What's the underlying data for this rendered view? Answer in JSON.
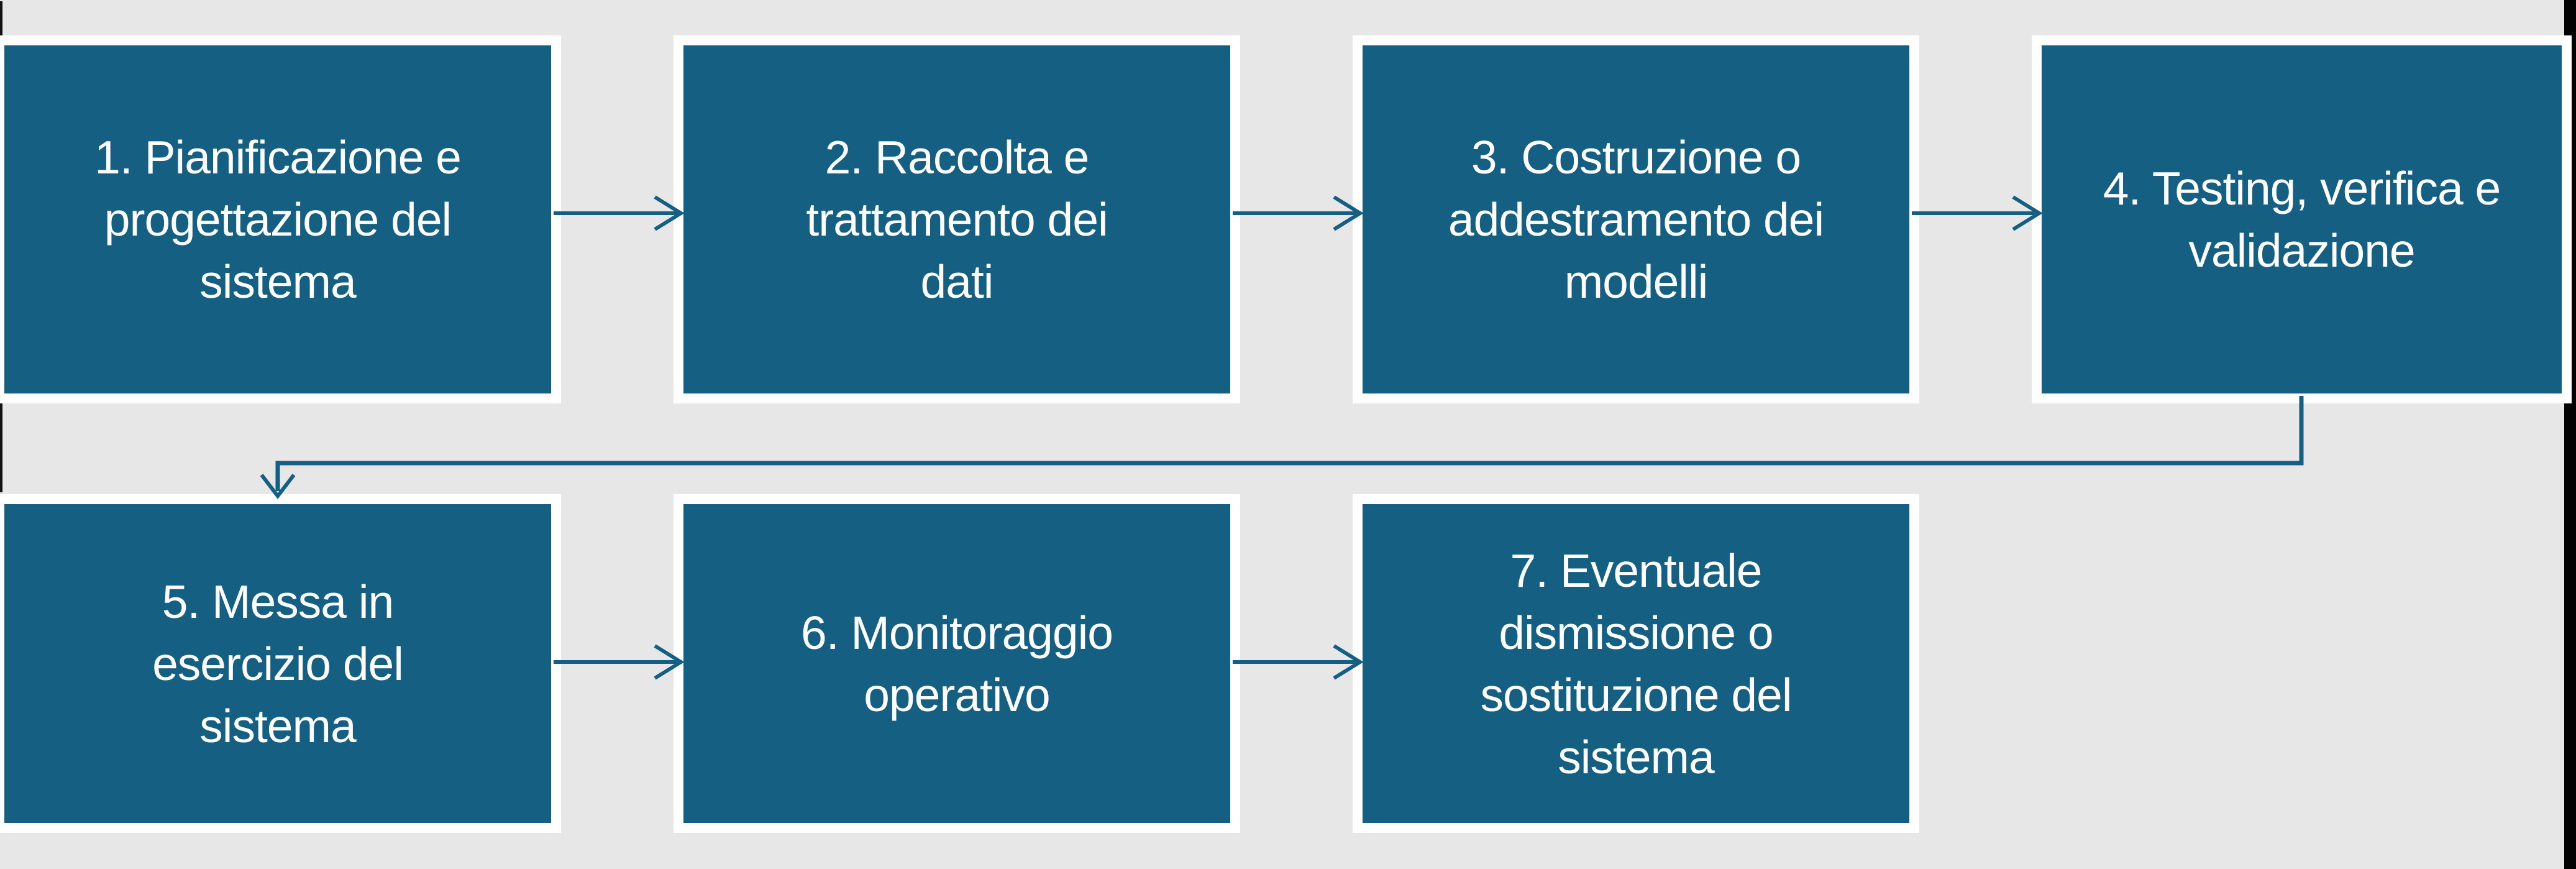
{
  "diagram": {
    "type": "flowchart",
    "language": "it",
    "boxes": [
      {
        "step": "1",
        "label": "1. Pianificazione e\nprogettazione del\nsistema"
      },
      {
        "step": "2",
        "label": "2. Raccolta e\ntrattamento dei\ndati"
      },
      {
        "step": "3",
        "label": "3. Costruzione o\naddestramento dei\nmodelli"
      },
      {
        "step": "4",
        "label": "4. Testing, verifica e\nvalidazione"
      },
      {
        "step": "5",
        "label": "5. Messa in\nesercizio del\nsistema"
      },
      {
        "step": "6",
        "label": "6. Monitoraggio\noperativo"
      },
      {
        "step": "7",
        "label": "7. Eventuale\ndismissione o\nsostituzione del\nsistema"
      }
    ],
    "connections": [
      {
        "from": "1",
        "to": "2",
        "type": "arrow-right"
      },
      {
        "from": "2",
        "to": "3",
        "type": "arrow-right"
      },
      {
        "from": "3",
        "to": "4",
        "type": "arrow-right"
      },
      {
        "from": "4",
        "to": "5",
        "type": "elbow-down-left-down"
      },
      {
        "from": "5",
        "to": "6",
        "type": "arrow-right"
      },
      {
        "from": "6",
        "to": "7",
        "type": "arrow-right"
      }
    ],
    "colors": {
      "background": "#E7E7E7",
      "box_fill": "#156082",
      "box_border": "#FFFFFF",
      "arrow": "#156082",
      "text": "#FFFFFF",
      "edge_artifact": "#141414",
      "right_edge_strip": "#020202"
    }
  }
}
